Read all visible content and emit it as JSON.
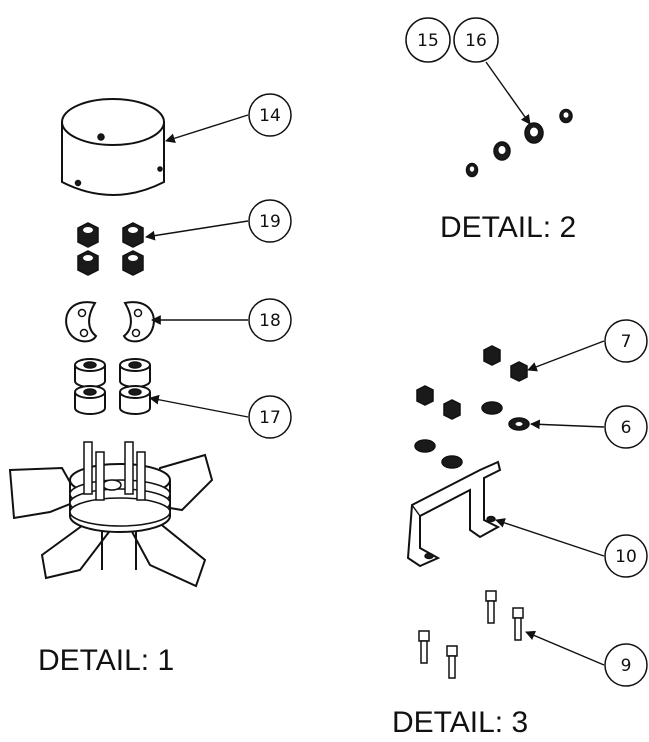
{
  "details": [
    {
      "id": "detail-1",
      "title": "DETAIL: 1"
    },
    {
      "id": "detail-2",
      "title": "DETAIL: 2"
    },
    {
      "id": "detail-3",
      "title": "DETAIL: 3"
    }
  ],
  "callouts": {
    "c14": "14",
    "c19": "19",
    "c18": "18",
    "c17": "17",
    "c15": "15",
    "c16": "16",
    "c7": "7",
    "c6": "6",
    "c10": "10",
    "c9": "9"
  },
  "colors": {
    "ink": "#111111",
    "background": "#ffffff"
  }
}
